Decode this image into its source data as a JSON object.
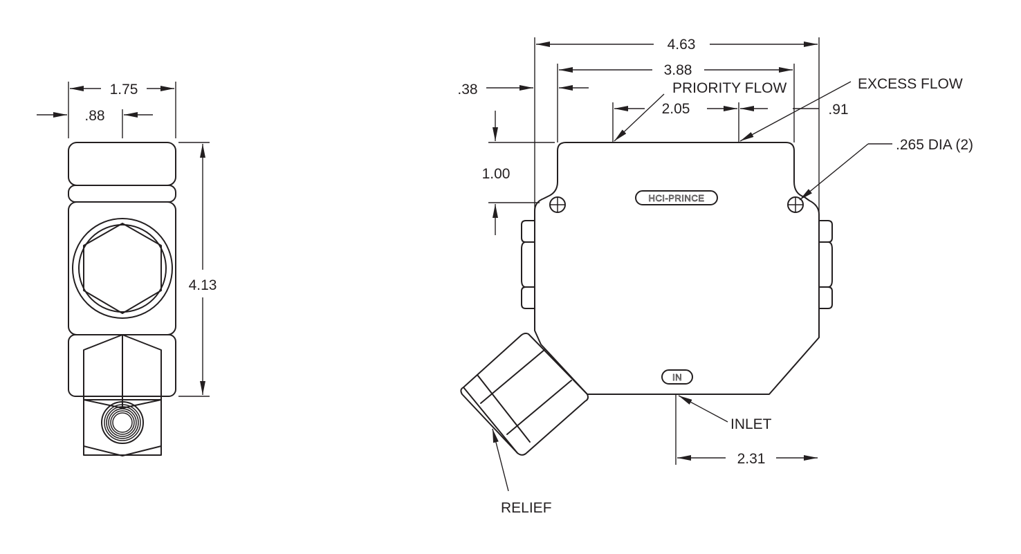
{
  "side_view": {
    "width_dim": "1.75",
    "offset_dim": ".88",
    "height_dim": "4.13"
  },
  "front_view": {
    "overall_width_dim": "4.63",
    "hole_spacing_dim": "3.88",
    "left_offset_dim": ".38",
    "port_spacing_dim": "2.05",
    "right_port_offset_dim": ".91",
    "hole_height_dim": "1.00",
    "inlet_offset_dim": "2.31",
    "callouts": {
      "priority_flow": "PRIORITY FLOW",
      "excess_flow": "EXCESS FLOW",
      "mount_holes": ".265 DIA (2)",
      "inlet": "INLET",
      "relief": "RELIEF"
    },
    "body_marking": "HCI-PRINCE",
    "inlet_marking": "IN"
  },
  "colors": {
    "line": "#231f20",
    "background": "#ffffff"
  }
}
